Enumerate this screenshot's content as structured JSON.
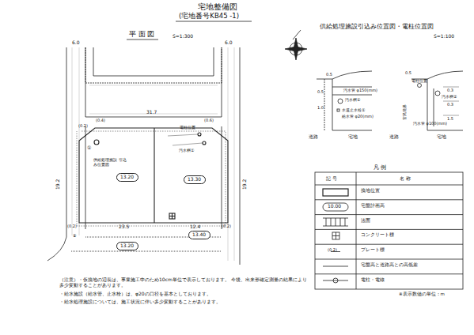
{
  "diagram": {
    "title": "宅地整備図",
    "nodes": [
      {
        "text": [
          "13.20"
        ]
      },
      {
        "text": [
          "13.30"
        ]
      },
      {
        "text": [
          "13.40"
        ]
      },
      {
        "text": [
          "13.20"
        ]
      }
    ],
    "labels": [
      "(宅地番号KB45 -1)",
      "平 面 図",
      "S=1:300",
      "供給処理施設引込み位置図・電柱位置図",
      "S=1:100",
      "6.0",
      "6.0",
      "31.7",
      "(0.4)",
      "(0.6)",
      "①",
      "(0.2)",
      "19.2",
      "19.2",
      "供給処理施設 引込み位置図",
      "電柱位置",
      "汚水桝①",
      "(0.2)",
      "23.5",
      "12.4",
      "(0.2)",
      "⑤",
      "0.5",
      "0.5",
      "1.0",
      "汚水管 φ150(mm)",
      "汚水桝①",
      "水道止水栓①",
      "給水管 φ20(mm)",
      "道路",
      "宅地",
      "0.5",
      "電柱位置",
      "0.3",
      "0.3",
      "1.5",
      "官民境界",
      "汚水桝②",
      "汚水管 φ100(mm)",
      "道路",
      "宅地",
      "凡 例",
      "記 号",
      "名 称",
      "10.00",
      "(0.2)",
      "※表示数値の単位：m",
      "（注意）・仮換地の辺長は、事業施工中のため10cm単位で表示しております。 今後、出来形確定測量の結果により多少変動することがあります。",
      "・給水施設（給水管、止水栓）は、φ20の口径を基本としております。",
      "・給水処理施設については、施工状況に伴い多少変動することがあります。"
    ],
    "legend": [
      {
        "text": "換地位置"
      },
      {
        "text": "宅盤計画高"
      },
      {
        "text": "法面"
      },
      {
        "text": "コンクリート標"
      },
      {
        "text": "プレート標"
      },
      {
        "text": "宅盤高と道路高との高低差"
      },
      {
        "text": "電柱・電線"
      }
    ]
  }
}
